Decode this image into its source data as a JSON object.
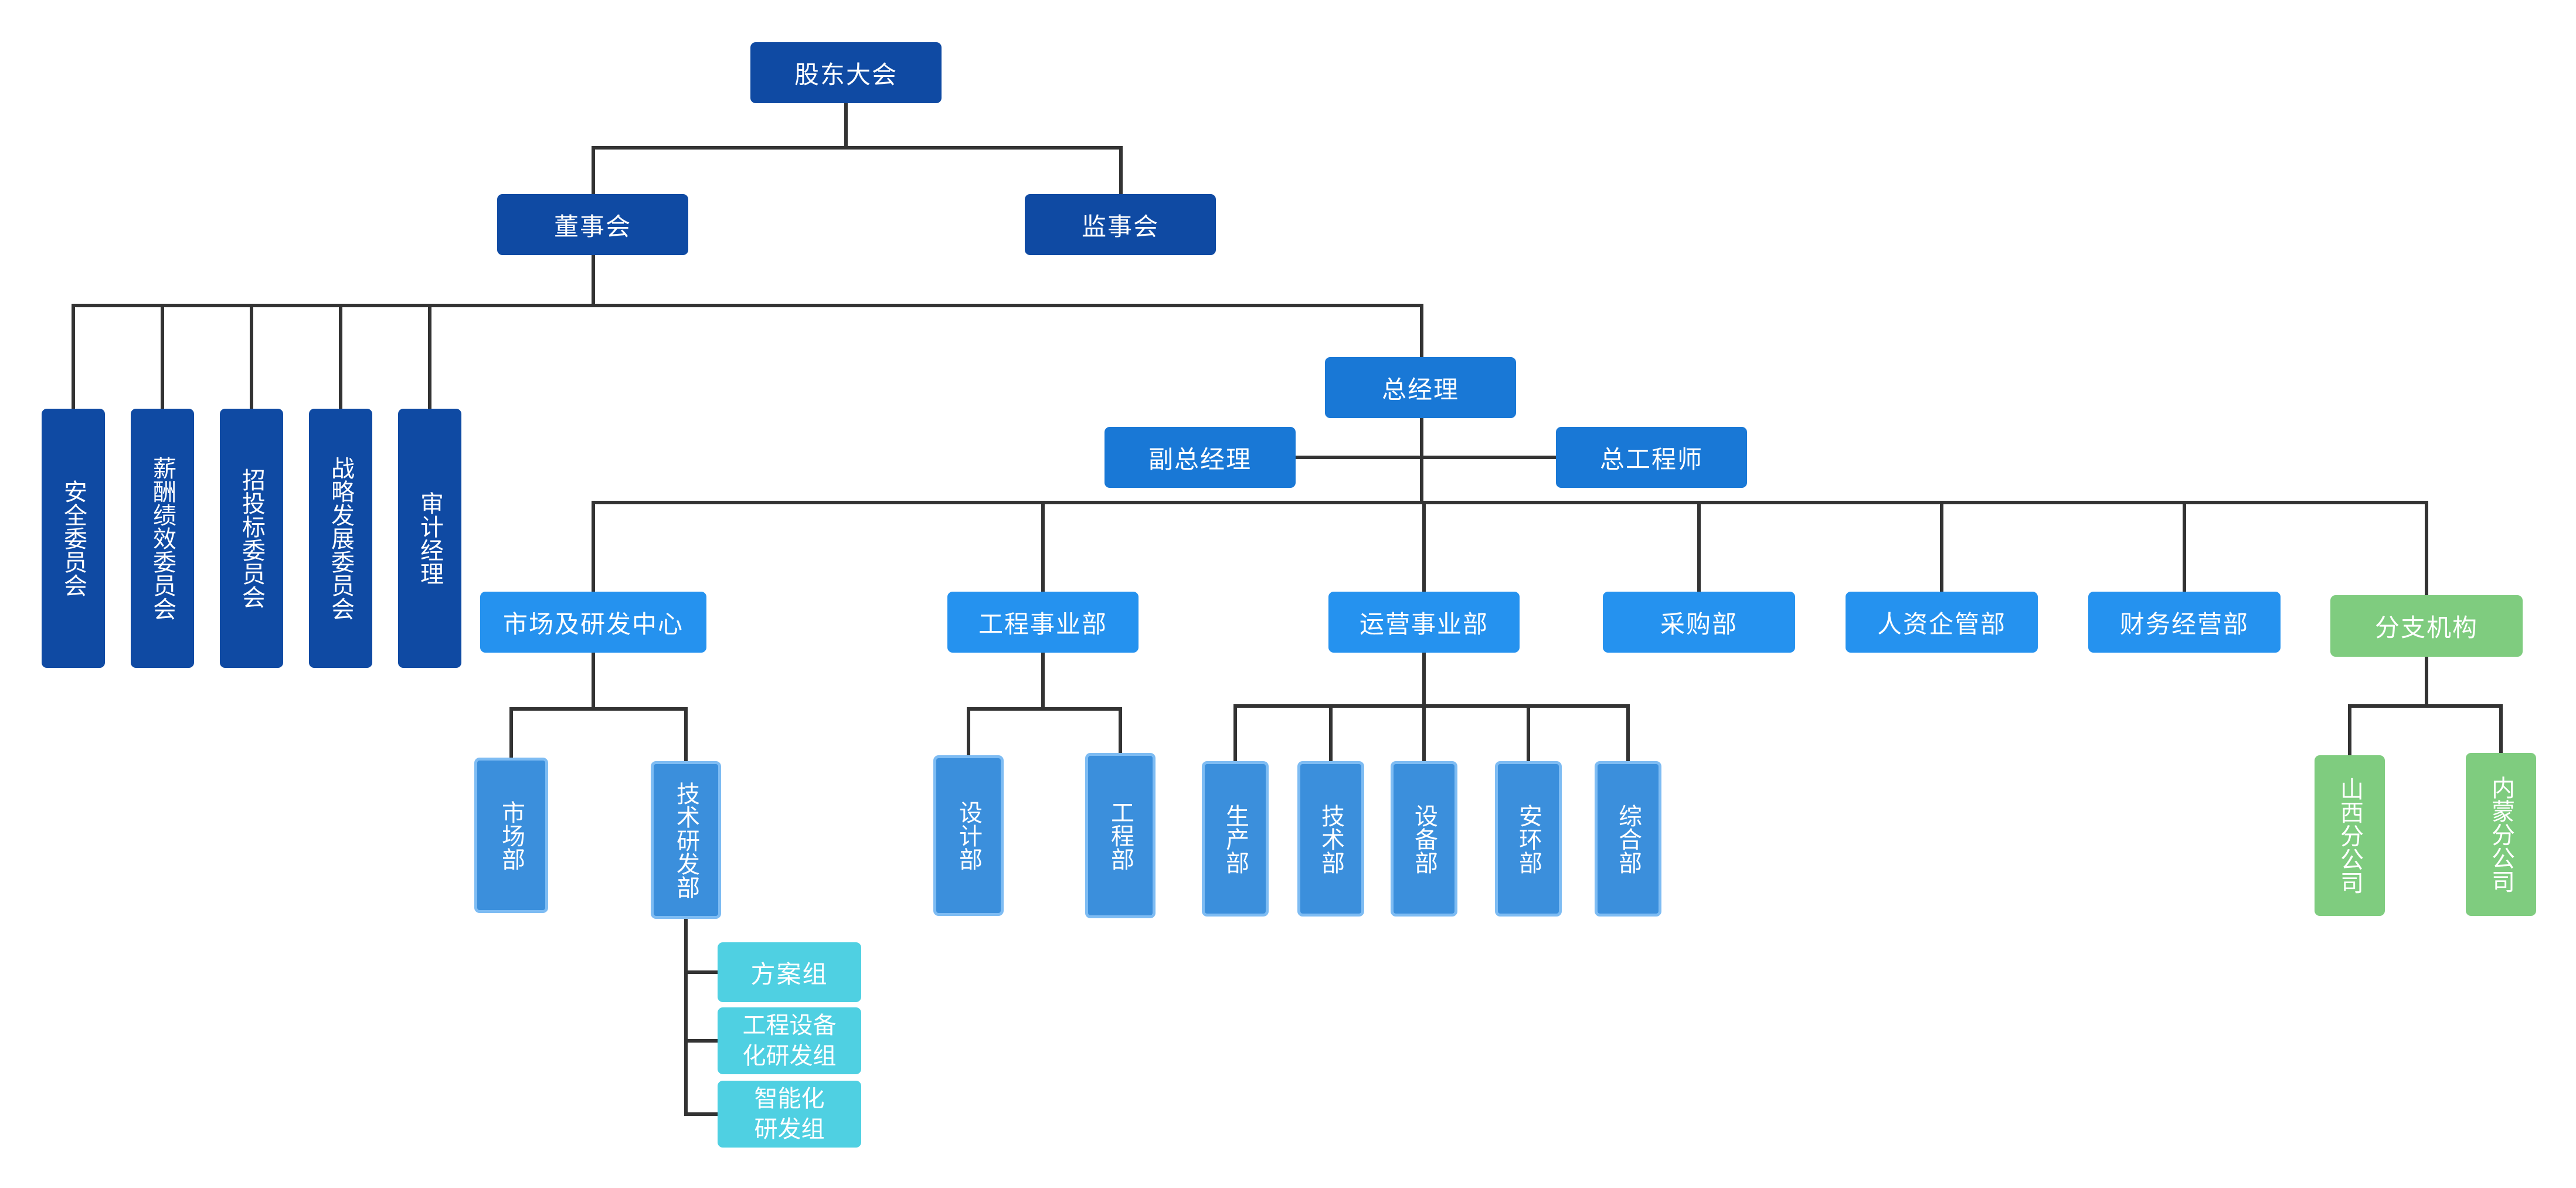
{
  "org_chart": {
    "top": {
      "shareholders": "股东大会",
      "board": "董事会",
      "supervisors": "监事会"
    },
    "committees": {
      "safety": "安全委员会",
      "compensation": "薪酬绩效委员会",
      "bidding": "招投标委员会",
      "strategy": "战略发展委员会",
      "audit": "审计经理"
    },
    "management": {
      "gm": "总经理",
      "deputy_gm": "副总经理",
      "chief_engineer": "总工程师"
    },
    "departments": {
      "market_rd": "市场及研发中心",
      "engineering": "工程事业部",
      "operations": "运营事业部",
      "purchasing": "采购部",
      "hr": "人资企管部",
      "finance": "财务经营部",
      "branches": "分支机构"
    },
    "sub_units": {
      "market_dept": "市场部",
      "tech_rd": "技术研发部",
      "design": "设计部",
      "engineering_dept": "工程部",
      "production": "生产部",
      "technology": "技术部",
      "equipment": "设备部",
      "safety_env": "安环部",
      "general": "综合部",
      "shanxi": "山西分公司",
      "inner_mongolia": "内蒙分公司"
    },
    "groups": {
      "solution": "方案组",
      "equipment_rd": "工程设备\n化研发组",
      "smart_rd": "智能化\n研发组"
    },
    "colors": {
      "navy": "#0f4aa3",
      "blue": "#1978d6",
      "bright_blue": "#2592ef",
      "light_blue": "#3b8fdc",
      "cyan": "#4fd0e2",
      "green": "#7fcc7f",
      "connector": "#333333"
    }
  }
}
